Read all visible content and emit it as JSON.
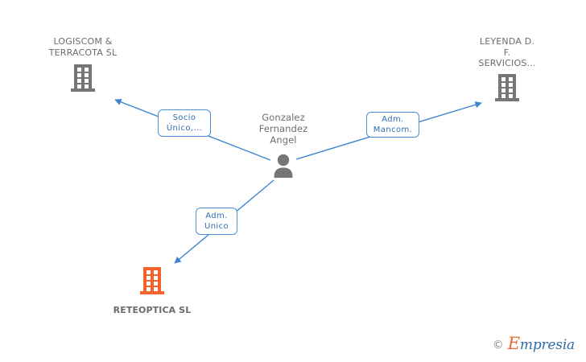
{
  "graph": {
    "title": "Business relationship graph",
    "colors": {
      "edge": "#4a90d9",
      "pill_border": "#4a90d9",
      "pill_text": "#2f6fb3",
      "node_gray": "#767676",
      "node_highlight": "#f4622d",
      "label_text": "#6b6b6b",
      "background": "#ffffff"
    },
    "nodes": [
      {
        "id": "logiscom",
        "name": "company-node-logiscom",
        "label": "LOGISCOM &\nTERRACOTA SL",
        "icon": "building-icon",
        "type": "company",
        "highlighted": false,
        "label_position": "above"
      },
      {
        "id": "leyenda",
        "name": "company-node-leyenda",
        "label": "LEYENDA D.\nF.\nSERVICIOS...",
        "icon": "building-icon",
        "type": "company",
        "highlighted": false,
        "label_position": "above"
      },
      {
        "id": "person",
        "name": "person-node-gonzalez-fernandez-angel",
        "label": "Gonzalez\nFernandez\nAngel",
        "icon": "person-icon",
        "type": "person",
        "highlighted": false,
        "label_position": "above"
      },
      {
        "id": "reteoptica",
        "name": "company-node-reteoptica",
        "label": "RETEOPTICA SL",
        "icon": "building-icon",
        "type": "company",
        "highlighted": true,
        "label_position": "below"
      }
    ],
    "edges": [
      {
        "id": "edge-person-logiscom",
        "name": "edge-person-to-logiscom",
        "from": "person",
        "to": "logiscom",
        "label": "Socio\nÚnico,...",
        "direction": "to-target"
      },
      {
        "id": "edge-person-leyenda",
        "name": "edge-person-to-leyenda",
        "from": "person",
        "to": "leyenda",
        "label": "Adm.\nMancom.",
        "direction": "to-target"
      },
      {
        "id": "edge-person-reteoptica",
        "name": "edge-person-to-reteoptica",
        "from": "person",
        "to": "reteoptica",
        "label": "Adm.\nUnico",
        "direction": "to-target"
      }
    ]
  },
  "watermark": {
    "copyright": "©",
    "brand_initial": "E",
    "brand_rest": "mpresia"
  }
}
